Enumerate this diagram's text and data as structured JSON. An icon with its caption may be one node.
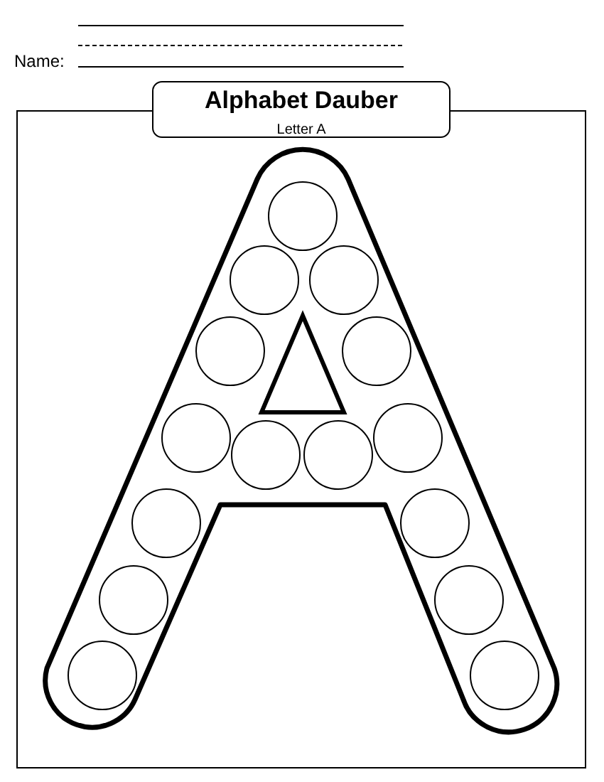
{
  "diagram": {
    "nodes": [
      {
        "text": [
          "Alphabet Dauber",
          "Letter A"
        ]
      }
    ],
    "labels": [
      "Name:"
    ]
  }
}
